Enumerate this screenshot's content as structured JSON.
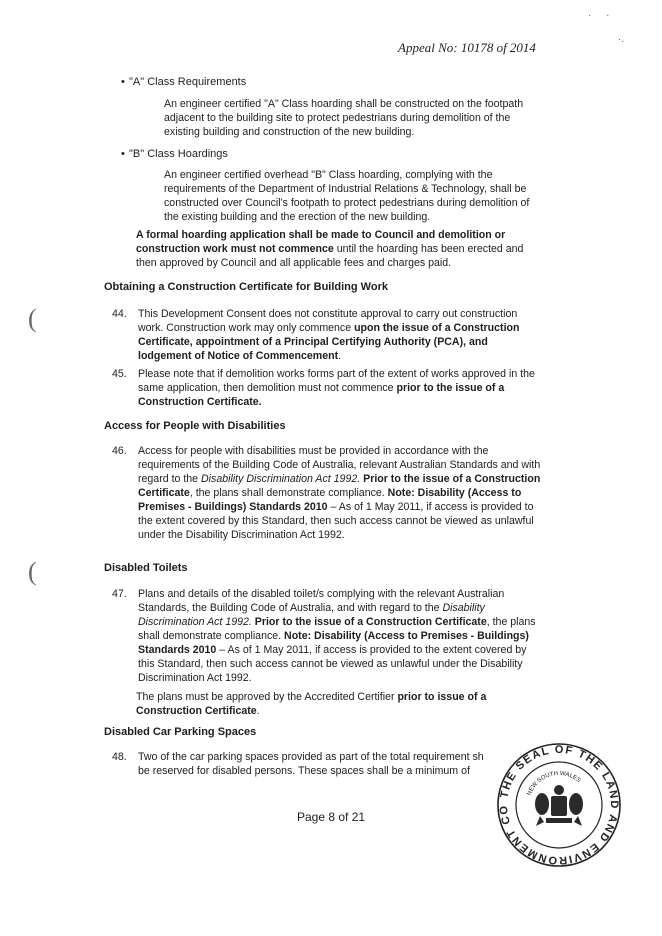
{
  "header": {
    "appeal": "Appeal No:  10178 of 2014"
  },
  "class_a": {
    "title": "\"A\" Class Requirements",
    "body": "An engineer certified \"A\" Class hoarding shall be constructed on the footpath adjacent to the building site to protect pedestrians during demolition of the existing building and construction of the new building."
  },
  "class_b": {
    "title": "\"B\" Class Hoardings",
    "body": "An engineer certified overhead \"B\" Class hoarding, complying with the requirements of the Department of Industrial Relations & Technology, shall be constructed over Council's footpath to protect pedestrians during demolition of the existing building and the erection of the new building."
  },
  "hoarding_note": {
    "bold": "A formal hoarding application shall be made to Council and demolition or construction work must not commence",
    "rest": " until the hoarding has been erected and then approved by Council and all applicable fees and charges paid."
  },
  "sec_cc": {
    "heading": "Obtaining a Construction Certificate for Building Work",
    "item44": {
      "num": "44.",
      "t1": "This Development Consent does not constitute approval to carry out construction work. Construction work may only commence ",
      "b1": "upon the issue of a Construction Certificate, appointment of a Principal Certifying Authority (PCA), and lodgement of Notice of Commencement",
      "t2": "."
    },
    "item45": {
      "num": "45.",
      "t1": "Please note that if demolition works forms part of the extent of works approved in the same application, then demolition must not commence ",
      "b1": "prior to the issue of a Construction Certificate."
    }
  },
  "sec_access": {
    "heading": "Access for People with Disabilities",
    "item46": {
      "num": "46.",
      "t1": "Access for people with disabilities must be provided in accordance with the requirements of the Building Code of Australia, relevant Australian Standards and with regard to the ",
      "i1": "Disability Discrimination Act 1992.",
      "t2": " ",
      "b1": "Prior to the issue of a Construction Certificate",
      "t3": ", the plans shall demonstrate compliance. ",
      "b2": "Note: Disability (Access to Premises - Buildings) Standards 2010",
      "t4": " – As of 1 May 2011, if access is provided to the extent covered by this Standard, then such access cannot be viewed as unlawful under the Disability Discrimination Act 1992."
    }
  },
  "sec_toilets": {
    "heading": "Disabled Toilets",
    "item47": {
      "num": "47.",
      "t1": "Plans and details of the disabled toilet/s complying with the relevant Australian Standards, the Building Code of Australia, and with regard to the ",
      "i1": "Disability Discrimination Act 1992.",
      "t2": " ",
      "b1": "Prior to the issue of a Construction Certificate",
      "t3": ", the plans shall demonstrate compliance. ",
      "b2": "Note: Disability (Access to Premises - Buildings) Standards 2010",
      "t4": " – As of 1 May 2011, if access is provided to the extent covered by this Standard, then such access cannot be viewed as unlawful under the Disability Discrimination Act 1992."
    },
    "approval": {
      "t1": "The plans must be approved by the Accredited Certifier ",
      "b1": "prior to issue of a Construction Certificate",
      "t2": "."
    }
  },
  "sec_parking": {
    "heading": "Disabled Car Parking Spaces",
    "item48": {
      "num": "48.",
      "t1": "Two of the car parking spaces provided as part of the total requirement sh",
      "t2": "be reserved for disabled persons. These spaces shall be a minimum of"
    }
  },
  "footer": {
    "page": "Page 8 of 21"
  },
  "seal": {
    "outer_text": "THE SEAL OF THE LAND AND ENVIRONMENT COURT",
    "inner_text": "NEW SOUTH WALES"
  }
}
